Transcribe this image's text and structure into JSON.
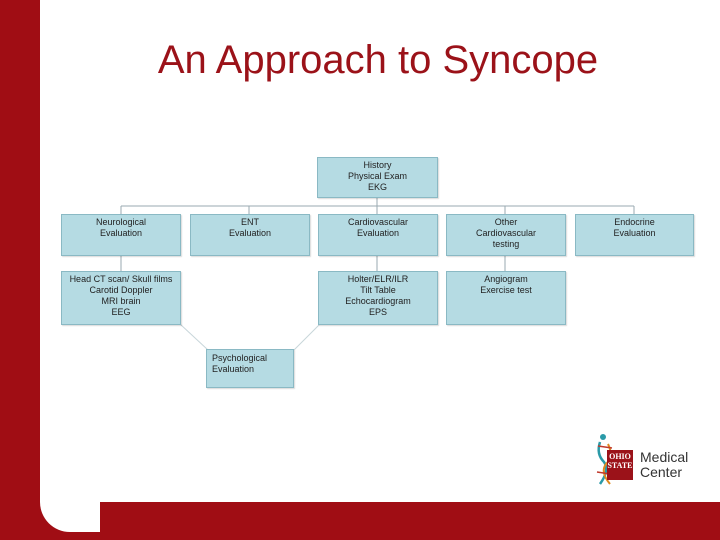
{
  "slide": {
    "title": "An Approach to Syncope"
  },
  "diagram": {
    "root": [
      "History",
      "Physical Exam",
      "EKG"
    ],
    "level1": {
      "neuro": [
        "Neurological",
        "Evaluation"
      ],
      "ent": [
        "ENT",
        "Evaluation"
      ],
      "cardio": [
        "Cardiovascular",
        "Evaluation"
      ],
      "other": [
        "Other",
        "Cardiovascular",
        "testing"
      ],
      "endocrine": [
        "Endocrine",
        "Evaluation"
      ]
    },
    "level2": {
      "neuro_tests": [
        "Head CT scan/ Skull films",
        "Carotid Doppler",
        "MRI brain",
        "EEG"
      ],
      "cardio_tests": [
        "Holter/ELR/ILR",
        "Tilt Table",
        "Echocardiogram",
        "EPS"
      ],
      "other_tests": [
        "Angiogram",
        "Exercise test"
      ]
    },
    "psych": [
      "Psychological",
      "Evaluation"
    ]
  },
  "logo": {
    "seal_text": [
      "OHIO",
      "STATE"
    ],
    "words": [
      "Medical",
      "Center"
    ],
    "colors": {
      "seal": "#9b1219",
      "figure_red": "#c0392b",
      "figure_teal": "#2a9aa8",
      "figure_orange": "#e08a1e"
    }
  },
  "colors": {
    "brand_red": "#a00d14",
    "box_fill": "#b5dbe3",
    "box_border": "#8ab9c4"
  }
}
